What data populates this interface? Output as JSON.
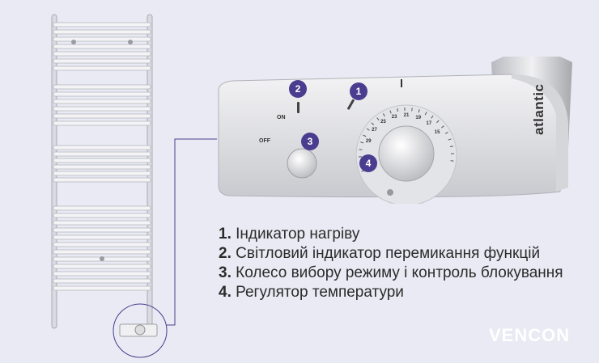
{
  "badges": {
    "b1": "1",
    "b2": "2",
    "b3": "3",
    "b4": "4"
  },
  "unit": {
    "brand": "atlantic",
    "on_label": "ON",
    "off_label": "OFF",
    "dial_numbers": [
      "29",
      "27",
      "25",
      "23",
      "21",
      "19",
      "17",
      "15"
    ]
  },
  "legend": [
    {
      "num": "1.",
      "text": " Індикатор нагріву"
    },
    {
      "num": "2.",
      "text": " Світловий індикатор перемикання функцій"
    },
    {
      "num": "3.",
      "text": " Колесо вибору режиму і контроль блокування"
    },
    {
      "num": "4.",
      "text": " Регулятор температури"
    }
  ],
  "logo": {
    "brand": "VENCON"
  },
  "colors": {
    "badge": "#4a3d8f",
    "connector": "#4a3d8f",
    "background": "#e9eaf3",
    "logo_leaf": "#33a33a"
  }
}
